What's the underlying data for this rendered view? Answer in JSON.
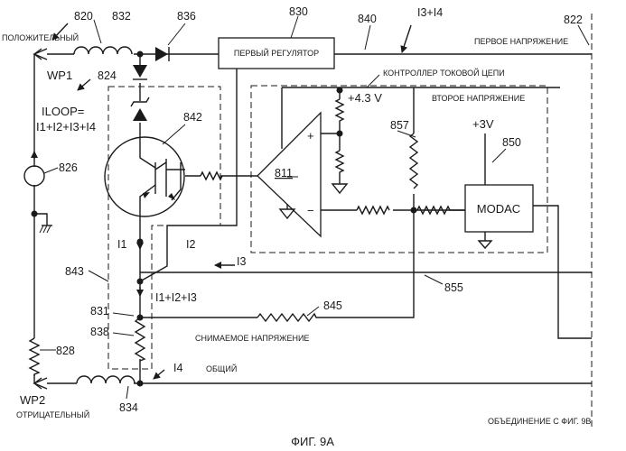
{
  "figure": {
    "caption": "ФИГ. 9А"
  },
  "refs": {
    "r820": "820",
    "r832": "832",
    "r836": "836",
    "r830": "830",
    "r840": "840",
    "r822": "822",
    "r824": "824",
    "r842": "842",
    "r826": "826",
    "r811": "811",
    "r857": "857",
    "r850": "850",
    "r843": "843",
    "r831": "831",
    "r838": "838",
    "r828": "828",
    "r834": "834",
    "r845": "845",
    "r855": "855"
  },
  "labels": {
    "positive": "ПОЛОЖИТЕЛЬНЫЙ",
    "negative": "ОТРИЦАТЕЛЬНЫЙ",
    "wp1": "WP1",
    "wp2": "WP2",
    "iloop_1": "ILOOP=",
    "iloop_2": "I1+I2+I3+I4",
    "first_regulator": "ПЕРВЫЙ РЕГУЛЯТОР",
    "first_voltage": "ПЕРВОЕ НАПРЯЖЕНИЕ",
    "second_voltage": "ВТОРОЕ НАПРЯЖЕНИЕ",
    "current_loop_controller": "КОНТРОЛЛЕР ТОКОВОЙ ЦЕПИ",
    "v43": "+4.3 V",
    "v3": "+3V",
    "plus": "+",
    "minus": "−",
    "modac": "MODAC",
    "i3_i4": "I3+I4",
    "i1": "I1",
    "i2": "I2",
    "i3": "I3",
    "i4": "I4",
    "i123": "I1+I2+I3",
    "sense_voltage": "СНИМАЕМОЕ НАПРЯЖЕНИЕ",
    "common": "ОБЩИЙ",
    "join": "ОБЪЕДИНЕНИЕ С ФИГ. 9В"
  }
}
